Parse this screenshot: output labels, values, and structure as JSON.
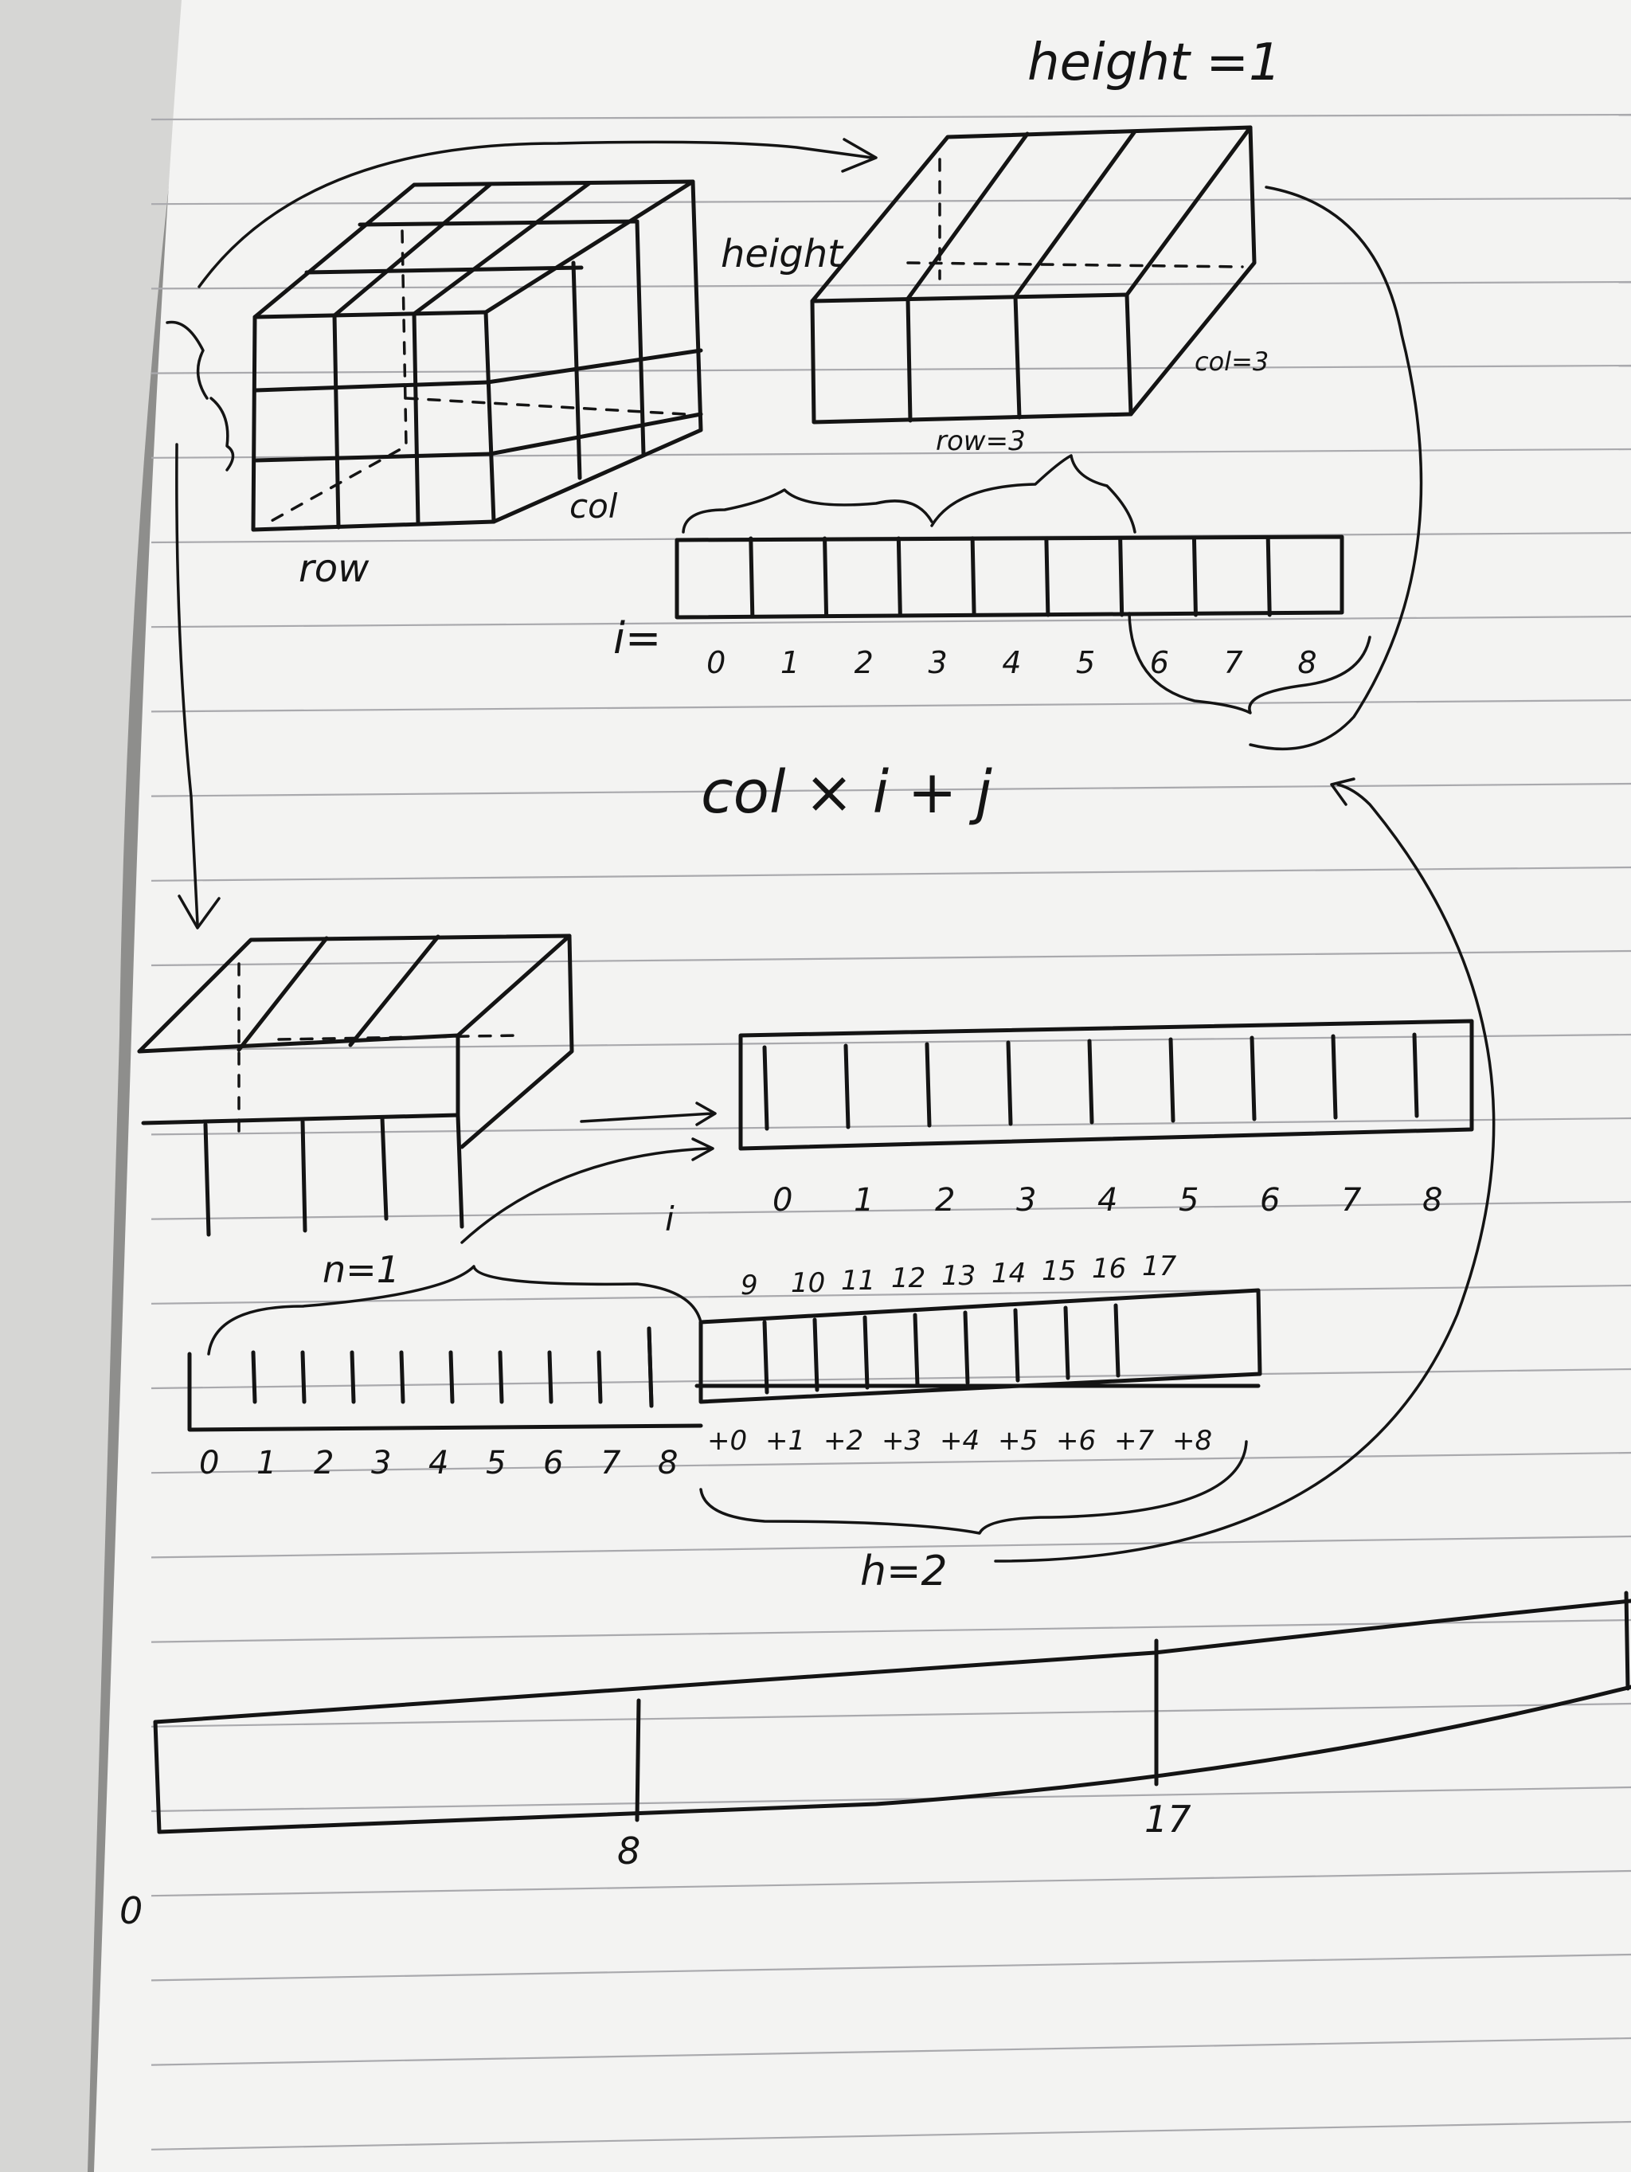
{
  "labels": {
    "height_top": "height =1",
    "height_side": "height",
    "row_left": "row",
    "col_left": "col",
    "row_eq": "row=3",
    "col_eq": "col=3",
    "i_label": "i=",
    "formula": "col × i + j",
    "n_eq": "n=1",
    "h_eq": "h=2",
    "i_label2": "i"
  },
  "index_row_1": [
    "0",
    "1",
    "2",
    "3",
    "4",
    "5",
    "6",
    "7",
    "8"
  ],
  "index_row_2": [
    "0",
    "1",
    "2",
    "3",
    "4",
    "5",
    "6",
    "7",
    "8"
  ],
  "index_row_3a": [
    "0",
    "1",
    "2",
    "3",
    "4",
    "5",
    "6",
    "7",
    "8"
  ],
  "index_row_3b": [
    "+0",
    "+1",
    "+2",
    "+3",
    "+4",
    "+5",
    "+6",
    "+7",
    "+8"
  ],
  "index_top_3": [
    "9",
    "10",
    "11",
    "12",
    "13",
    "14",
    "15",
    "16",
    "17"
  ],
  "bar_ticks": [
    "0",
    "8",
    "17"
  ]
}
